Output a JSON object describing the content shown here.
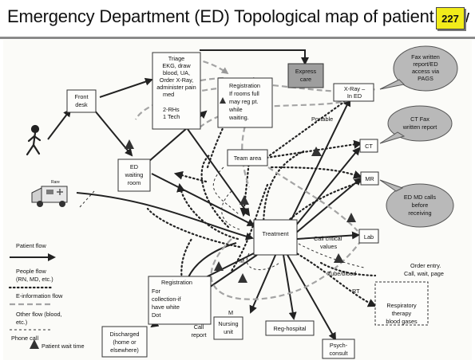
{
  "slide": {
    "title": "Emergency Department (ED) Topological map of patient flow",
    "page_number": "227"
  },
  "nodes": {
    "triage": [
      "Triage",
      "EKG, draw",
      "blood, UA,",
      "Order X-Ray,",
      "administer pain",
      "med",
      "",
      "2-RHs",
      "1 Tech"
    ],
    "express_care": [
      "Express",
      "care"
    ],
    "registration_top": [
      "Registration",
      "If rooms full",
      "may reg pt.",
      "while",
      "waiting."
    ],
    "front_desk": [
      "Front",
      "desk"
    ],
    "xray": [
      "X-Ray –",
      "In ED"
    ],
    "team_area": "Team area",
    "ct": "CT",
    "mr": "MR",
    "ed_waiting_room": [
      "ED",
      "waiting",
      "room"
    ],
    "treatment": "Treatment",
    "lab": "Lab",
    "registration_bottom": [
      "Registration",
      "For",
      "collection-if",
      "have white",
      "Dot"
    ],
    "discharged": [
      "Discharged",
      "(home or",
      "elsewhere)"
    ],
    "nursing_unit": [
      "Nursing",
      "unit"
    ],
    "reg_hospital": "Reg-hospital",
    "psych_consult": [
      "Psych-",
      "consult"
    ],
    "respiratory": [
      "Respiratory",
      "therapy",
      "blood gases"
    ]
  },
  "bubbles": {
    "fax_pags": [
      "Fax written",
      "report/ED",
      "access via",
      "PAGS"
    ],
    "ct_fax": [
      "CT Fax",
      "written report"
    ],
    "ed_md_calls": [
      "ED MD calls",
      "before",
      "receiving"
    ]
  },
  "labels": {
    "portable": "Portable",
    "call_critical": [
      "Call critical",
      "values"
    ],
    "tube_blood": "Tube/blood",
    "rt": "RT",
    "order_entry": [
      "Order entry.",
      "Call, wait, page"
    ],
    "call_report": [
      "Call",
      "report"
    ],
    "m1": "M",
    "m2": "M",
    "ambulance_text": "Rare"
  },
  "legend": {
    "patient_flow": "Patient flow",
    "people_flow": [
      "People flow",
      "(RN, MD, etc.)"
    ],
    "e_information_flow": "E-information flow",
    "other_flow": [
      "Other flow (blood,",
      "etc.)"
    ],
    "phone_call": "Phone call",
    "patient_wait_time": "Patient wait time"
  },
  "colors": {
    "title_rule": "#8a8a8a",
    "badge": "#f2ec1a",
    "express_care_box": "#9e9e9e",
    "bubbles": "#b9b9b9",
    "e_info_line": "#a4a4a4"
  }
}
